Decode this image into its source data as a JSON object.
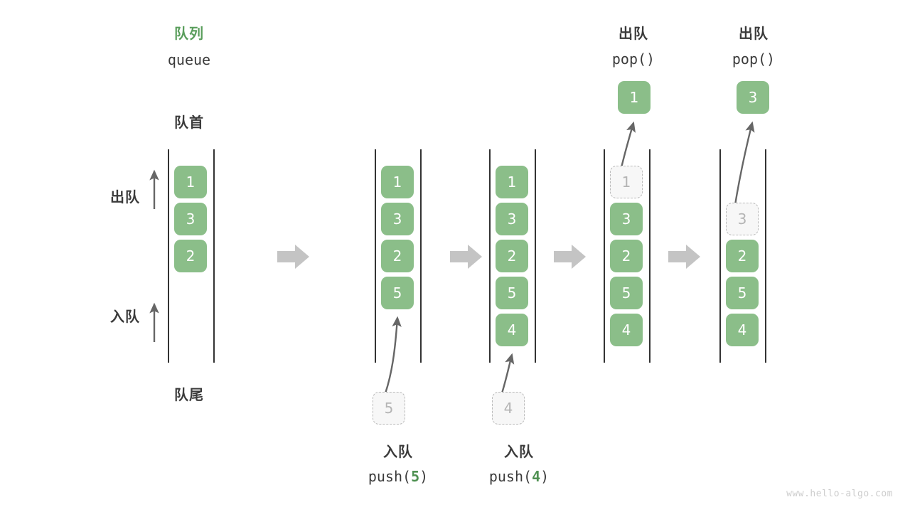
{
  "title": {
    "cn": "队列",
    "en": "queue"
  },
  "labels": {
    "head": "队首",
    "tail": "队尾",
    "dequeue": "出队",
    "enqueue": "入队"
  },
  "watermark": "www.hello-algo.com",
  "colors": {
    "cell_fill": "#8bbe89",
    "cell_text": "#ffffff",
    "ghost_fill": "#f7f7f7",
    "ghost_border": "#b9b9b9",
    "ghost_text": "#b4b4b4",
    "accent_green": "#4f9152",
    "title_green": "#5a9e5c",
    "rail": "#333333",
    "arrow_gray": "#c4c4c4",
    "thin_arrow": "#666666",
    "text": "#3b3b3b",
    "watermark": "#cdcdcd"
  },
  "stages": [
    {
      "id": "initial",
      "cells": [
        "1",
        "3",
        "2"
      ],
      "ghost_row": null,
      "caption_cn": "",
      "caption_op": "",
      "caption_arg": ""
    },
    {
      "id": "push-5",
      "cells": [
        "1",
        "3",
        "2",
        "5"
      ],
      "ghost_row": null,
      "incoming_value": "5",
      "caption_cn": "入队",
      "caption_op": "push(",
      "caption_arg": "5",
      "caption_op_end": ")"
    },
    {
      "id": "push-4",
      "cells": [
        "1",
        "3",
        "2",
        "5",
        "4"
      ],
      "ghost_row": null,
      "incoming_value": "4",
      "caption_cn": "入队",
      "caption_op": "push(",
      "caption_arg": "4",
      "caption_op_end": ")"
    },
    {
      "id": "pop-1",
      "cells": [
        "1",
        "3",
        "2",
        "5",
        "4"
      ],
      "ghost_row": 0,
      "popped_value": "1",
      "caption_cn": "出队",
      "caption_op": "pop()"
    },
    {
      "id": "pop-3",
      "cells": [
        "",
        "3",
        "2",
        "5",
        "4"
      ],
      "ghost_row": 1,
      "popped_value": "3",
      "caption_cn": "出队",
      "caption_op": "pop()"
    }
  ],
  "stage_arrows": [
    "arrow-right",
    "arrow-right",
    "arrow-right",
    "arrow-right"
  ]
}
